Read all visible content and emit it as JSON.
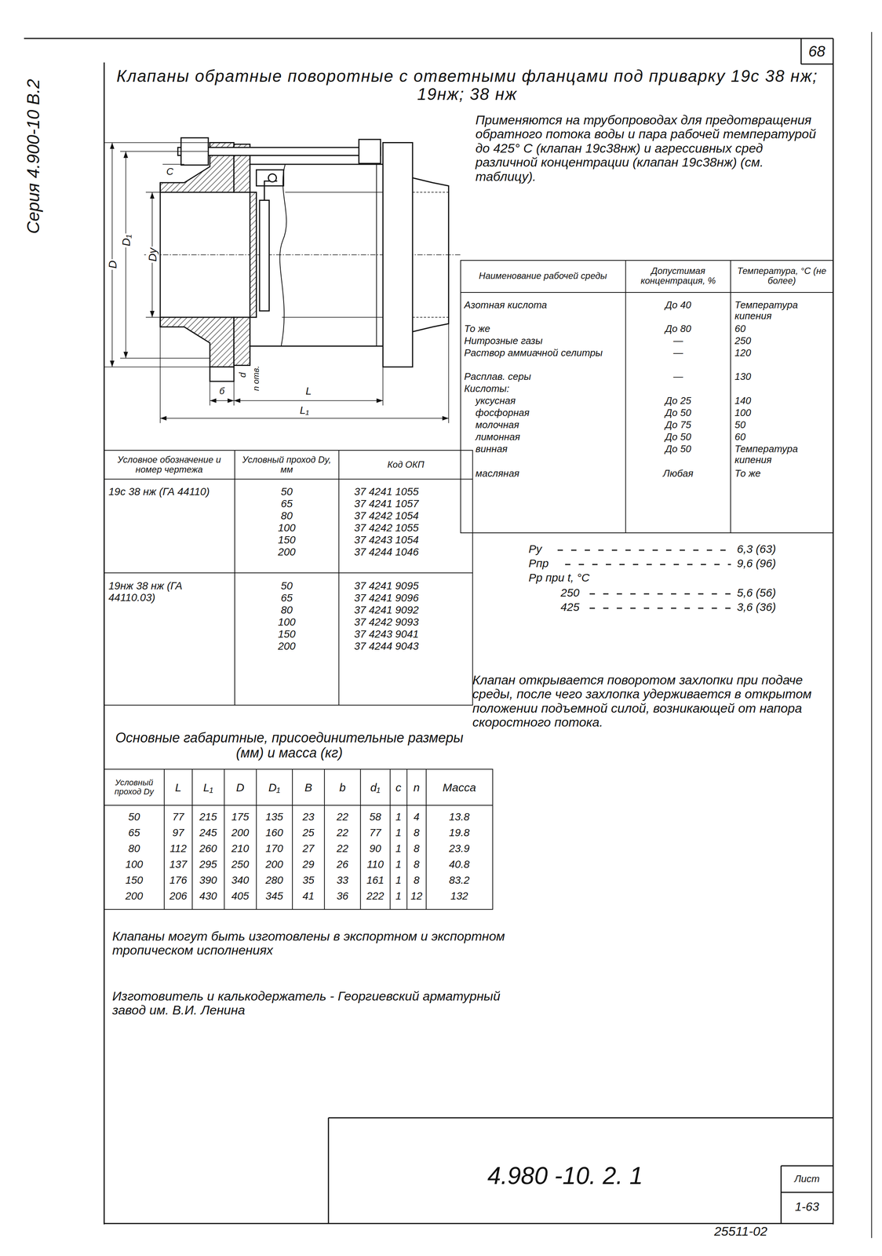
{
  "diagram": {
    "title": "Клапаны обратные поворотные с ответными фланцами под приварку 19с 38 нж; 19нж; 38 нж",
    "labels": [
      "68",
      "Серия 4.900-10 В.2",
      "Применяются на трубопроводах для предотвращения обратного потока воды и пара рабочей температурой до 425° С (клапан 19с38нж) и агрессивных сред различной концентрации (клапан 19с38нж) (см. таблицу).",
      "С",
      "D",
      "D₁",
      "Dу",
      "d",
      "n отв.",
      "б",
      "L",
      "L₁",
      "Наименование рабочей среды",
      "Допустимая концентрация, %",
      "Температура, °С (не более)",
      "Азотная кислота",
      "До 40",
      "Температура кипения",
      "То же",
      "До 80",
      "60",
      "Нитрозные газы",
      "—",
      "250",
      "Раствор аммиачной селитры",
      "—",
      "120",
      "Расплав. серы",
      "—",
      "130",
      "Кислоты:",
      "уксусная",
      "До 25",
      "140",
      "фосфорная",
      "До 50",
      "100",
      "молочная",
      "До 75",
      "50",
      "лимонная",
      "До 50",
      "60",
      "винная",
      "До 50",
      "Температура кипения",
      "масляная",
      "Любая",
      "То же",
      "Ру",
      "6,3 (63)",
      "Рпр",
      "9,6 (96)",
      "Рр при t, °С",
      "250",
      "5,6 (56)",
      "425",
      "3,6 (36)",
      "Клапан открывается поворотом захлопки при подаче среды, после чего захлопка удерживается в открытом положении подъемной силой, возникающей от напора скоростного потока.",
      "Условное обозначение и номер чертежа",
      "Условный проход Dу, мм",
      "Код ОКП",
      "19с 38 нж (ГА 44110)",
      "50",
      "37 4241 1055",
      "65",
      "37 4241 1057",
      "80",
      "37 4242 1054",
      "100",
      "37 4242 1055",
      "150",
      "37 4243 1054",
      "200",
      "37 4244 1046",
      "19нж 38 нж (ГА 44110.03)",
      "50",
      "37 4241 9095",
      "65",
      "37 4241 9096",
      "80",
      "37 4241 9092",
      "100",
      "37 4242 9093",
      "150",
      "37 4243 9041",
      "200",
      "37 4244 9043",
      "Основные габаритные, присоединительные размеры (мм) и масса (кг)",
      "Условный проход Dу",
      "L",
      "L₁",
      "D",
      "D₁",
      "B",
      "b",
      "d₁",
      "c",
      "n",
      "Масса",
      "50",
      "77",
      "215",
      "175",
      "135",
      "23",
      "22",
      "58",
      "1",
      "4",
      "13.8",
      "65",
      "97",
      "245",
      "200",
      "160",
      "25",
      "22",
      "77",
      "1",
      "8",
      "19.8",
      "80",
      "112",
      "260",
      "210",
      "170",
      "27",
      "22",
      "90",
      "1",
      "8",
      "23.9",
      "100",
      "137",
      "295",
      "250",
      "200",
      "29",
      "26",
      "110",
      "1",
      "8",
      "40.8",
      "150",
      "176",
      "390",
      "340",
      "280",
      "35",
      "33",
      "161",
      "1",
      "8",
      "83.2",
      "200",
      "206",
      "430",
      "405",
      "345",
      "41",
      "36",
      "222",
      "1",
      "12",
      "132",
      "Клапаны могут быть изготовлены в экспортном и экспортном тропическом исполнениях",
      "Изготовитель и калькодержатель - Георгиевский арматурный завод им. В.И. Ленина",
      "4.980 -10. 2. 1",
      "Лист",
      "1-63",
      "25511-02"
    ]
  }
}
